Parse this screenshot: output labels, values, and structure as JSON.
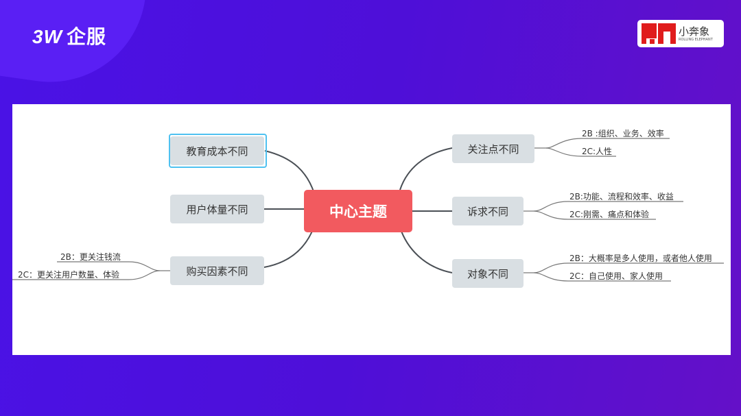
{
  "header": {
    "brand_num": "3W",
    "brand_cn": "企服",
    "logo_cn": "小奔象",
    "logo_en": "ROLLING ELEPHANT"
  },
  "mindmap": {
    "center": "中心主题",
    "left": [
      {
        "label": "教育成本不同",
        "selected": true
      },
      {
        "label": "用户体量不同"
      },
      {
        "label": "购买因素不同",
        "children": [
          "2B：更关注钱流",
          "2C：更关注用户数量、体验"
        ]
      }
    ],
    "right": [
      {
        "label": "关注点不同",
        "children": [
          "2B :组织、业务、效率",
          "2C:人性"
        ]
      },
      {
        "label": "诉求不同",
        "children": [
          "2B:功能、流程和效率、收益",
          "2C:刚需、痛点和体验"
        ]
      },
      {
        "label": "对象不同",
        "children": [
          "2B：大概率是多人使用，或者他人使用",
          "2C：自己使用、家人使用"
        ]
      }
    ]
  },
  "colors": {
    "center": "#f25a5f",
    "node": "#d9dfe3",
    "selected": "#4ec1f0"
  }
}
